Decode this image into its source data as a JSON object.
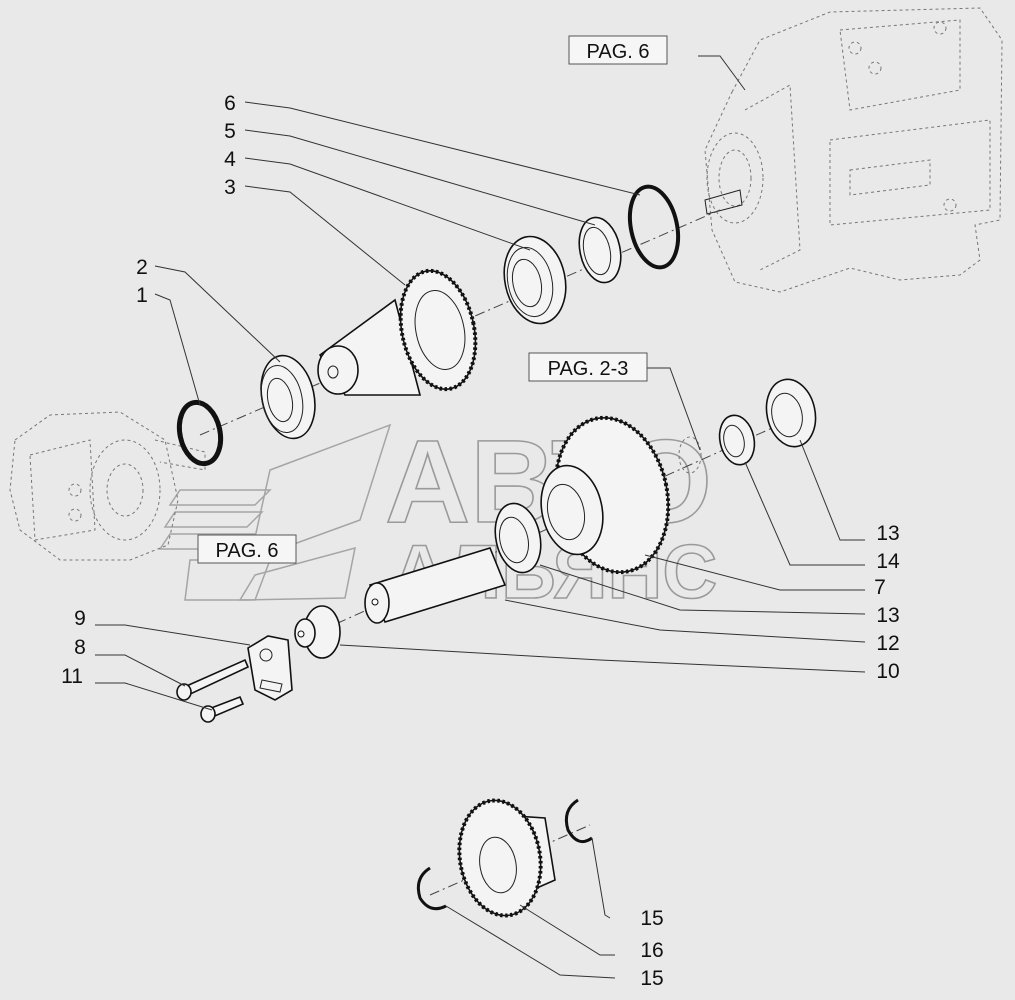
{
  "watermark": {
    "line1": "АВТО",
    "line2": "АЛЬЯНС"
  },
  "references": {
    "pag6_top": "PAG. 6",
    "pag23": "PAG. 2-3",
    "pag6_left": "PAG. 6"
  },
  "callouts": {
    "n6": "6",
    "n5": "5",
    "n4": "4",
    "n3": "3",
    "n2": "2",
    "n1": "1",
    "n9": "9",
    "n8": "8",
    "n11": "11",
    "r13a": "13",
    "r14": "14",
    "r7": "7",
    "r13b": "13",
    "r12": "12",
    "r10": "10",
    "b15a": "15",
    "b16": "16",
    "b15b": "15"
  }
}
